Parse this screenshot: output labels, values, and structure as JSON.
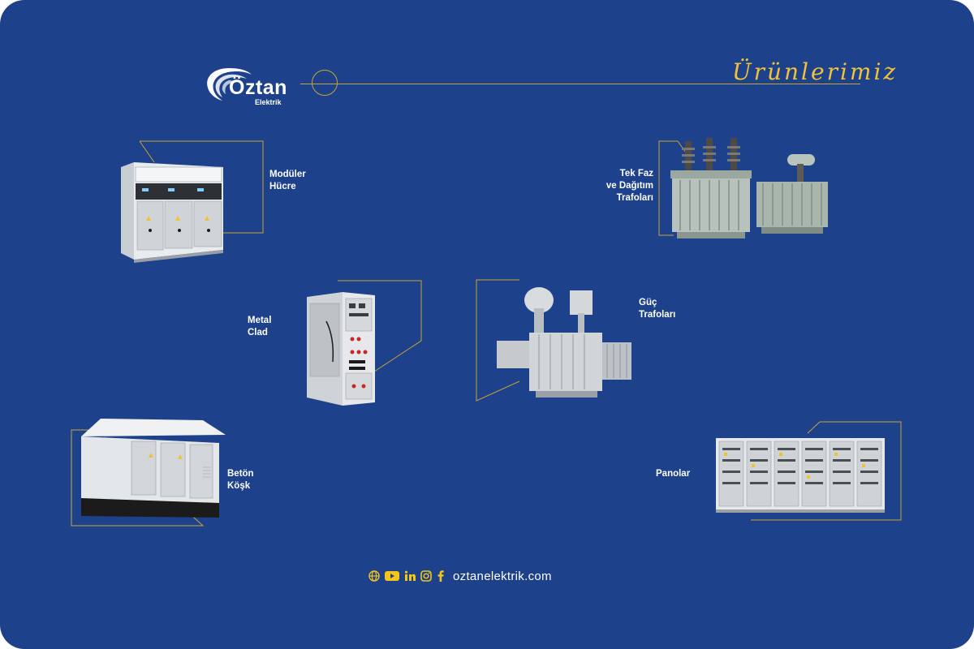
{
  "brand": {
    "name": "Öztan",
    "sub": "Elektrik"
  },
  "title": "Ürünlerimiz",
  "products": [
    {
      "id": "moduler",
      "line1": "Modüler",
      "line2": "Hücre"
    },
    {
      "id": "tekfaz",
      "line1": "Tek Faz",
      "line2": "ve Dağıtım",
      "line3": "Trafoları"
    },
    {
      "id": "metalclad",
      "line1": "Metal",
      "line2": "Clad"
    },
    {
      "id": "guc",
      "line1": "Güç",
      "line2": "Trafoları"
    },
    {
      "id": "beton",
      "line1": "Betön",
      "line2": "Köşk"
    },
    {
      "id": "panolar",
      "line1": "Panolar"
    }
  ],
  "footer": {
    "website": "oztanelektrik.com",
    "icons": [
      "globe-icon",
      "youtube-icon",
      "linkedin-icon",
      "instagram-icon",
      "facebook-icon"
    ]
  },
  "colors": {
    "background": "#1d418a",
    "accent": "#c9a536",
    "title": "#f0c23a",
    "icons": "#f5c518"
  }
}
